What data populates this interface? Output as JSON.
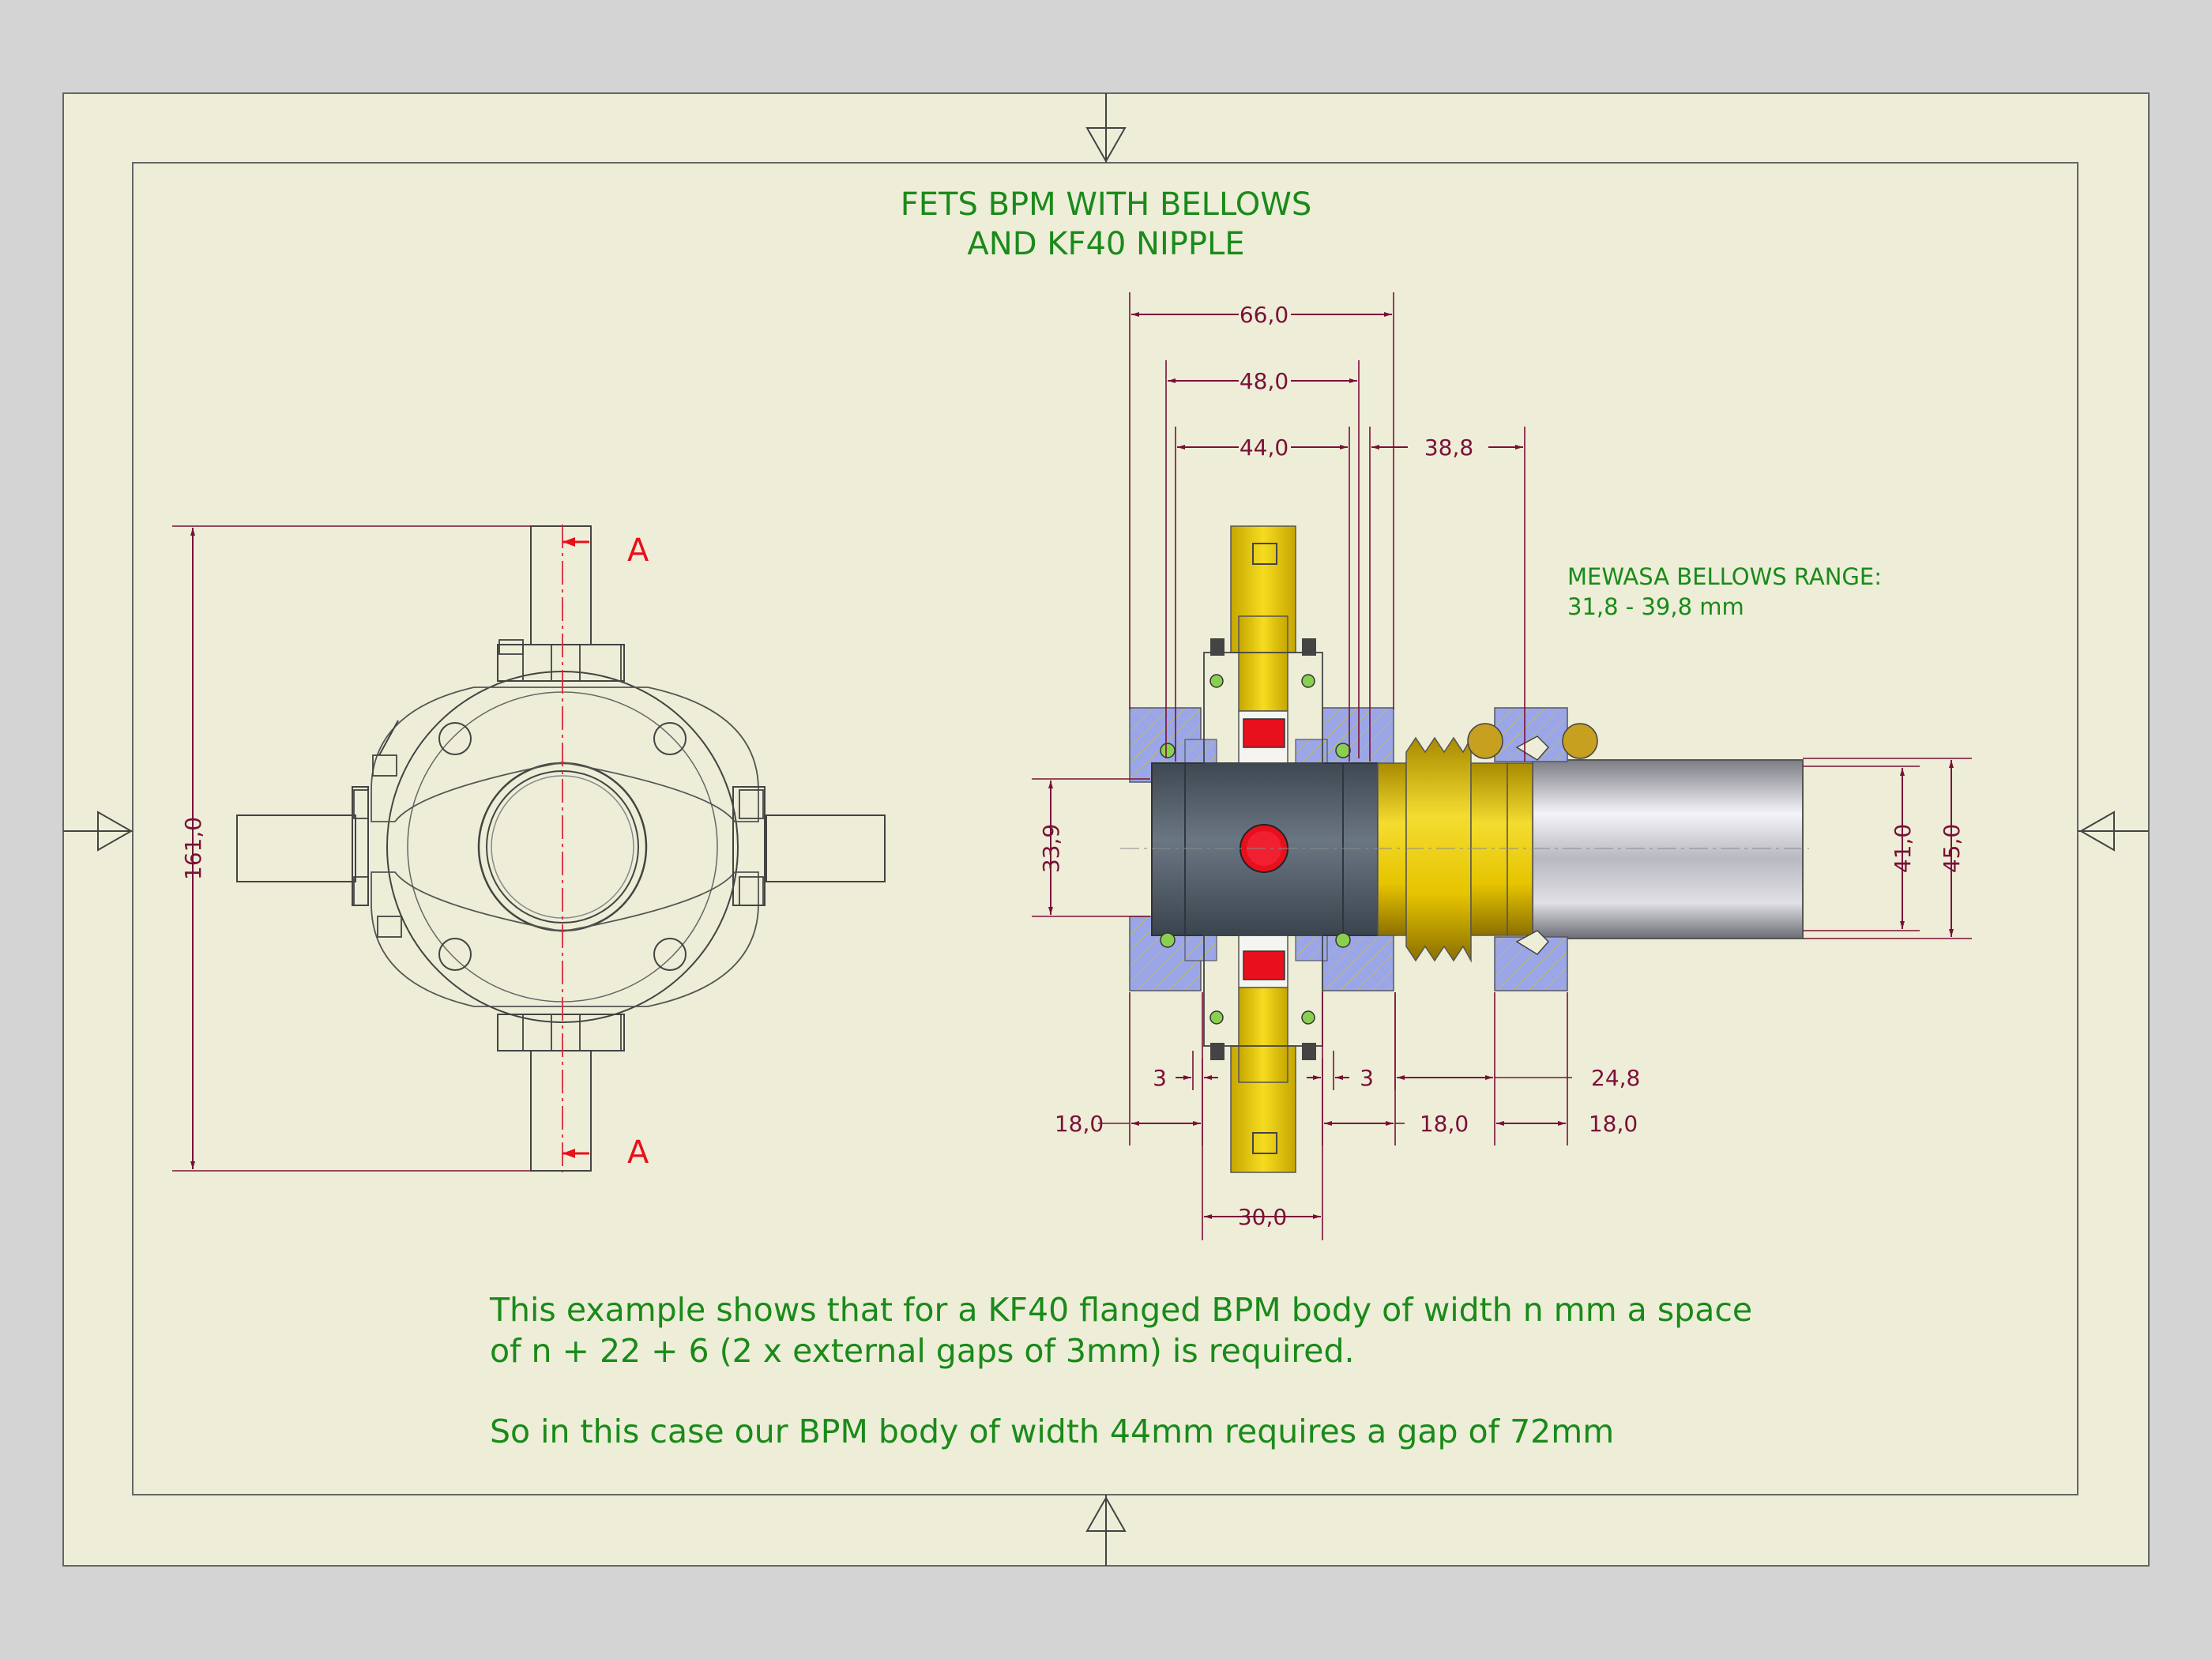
{
  "title": {
    "line1": "FETS BPM WITH BELLOWS",
    "line2": "AND KF40 NIPPLE"
  },
  "bellows_note": {
    "line1": "MEWASA BELLOWS RANGE:",
    "line2": "31,8 - 39,8 mm"
  },
  "section_labels": {
    "top": "A",
    "bottom": "A"
  },
  "dimensions": {
    "overall_width": "66,0",
    "flange_width": "48,0",
    "body_width": "44,0",
    "bellows_length": "38,8",
    "height_left_view": "161,0",
    "bore_height": "33,9",
    "nipple_inner": "41,0",
    "nipple_outer": "45,0",
    "gap_left": "3",
    "gap_right": "3",
    "clamp_left": "18,0",
    "clamp_mid": "18,0",
    "clamp_right": "18,0",
    "nipple_offset": "24,8",
    "pickup_width": "30,0"
  },
  "notes": {
    "line1": "This example shows that for a KF40 flanged BPM body of width n mm a space",
    "line2": "of n + 22 + 6 (2 x external gaps of 3mm) is required.",
    "line3": "So in this case our BPM body of width 44mm requires a gap of 72mm"
  },
  "colors": {
    "background": "#d4d4d4",
    "paper": "#eeeed8",
    "dimension": "#7a1038",
    "note_text": "#1a8a1a",
    "section_marker": "#e8101c",
    "bpm_body": "#4e5a66",
    "pickup": "#f0c800",
    "flange": "#9aa6e8",
    "electrode": "#e8101c"
  }
}
